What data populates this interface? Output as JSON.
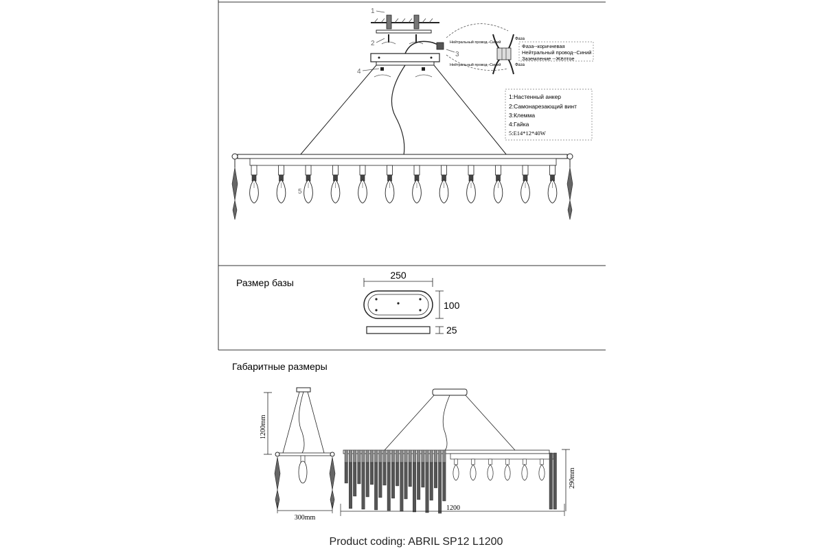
{
  "install": {
    "labels": [
      "1",
      "2",
      "3",
      "4",
      "5"
    ],
    "wiring_left_top": "Нейтральный провод--Синий",
    "wiring_left_bottom": "Нейтральный провод--Синий",
    "wiring_right_top": "Фаза",
    "wiring_right_bottom": "Фаза",
    "wire_legend": [
      "Фаза--коричневая",
      "Нейтральный провод--Синий",
      "Заземление --Жёлтое"
    ],
    "parts": [
      "1:Настенный анкер",
      "2:Самонарезающий винт",
      "3:Клемма",
      "4:Гайка",
      "5:E14*12*40W"
    ]
  },
  "base": {
    "title": "Размер базы",
    "width": "250",
    "height": "100",
    "thickness": "25"
  },
  "overall": {
    "title": "Габаритные размеры",
    "height_dim": "1200mm",
    "side_width": "300mm",
    "front_width": "1200",
    "drop": "290mm"
  },
  "footer": {
    "product_coding": "Product coding: ABRIL SP12 L1200"
  }
}
